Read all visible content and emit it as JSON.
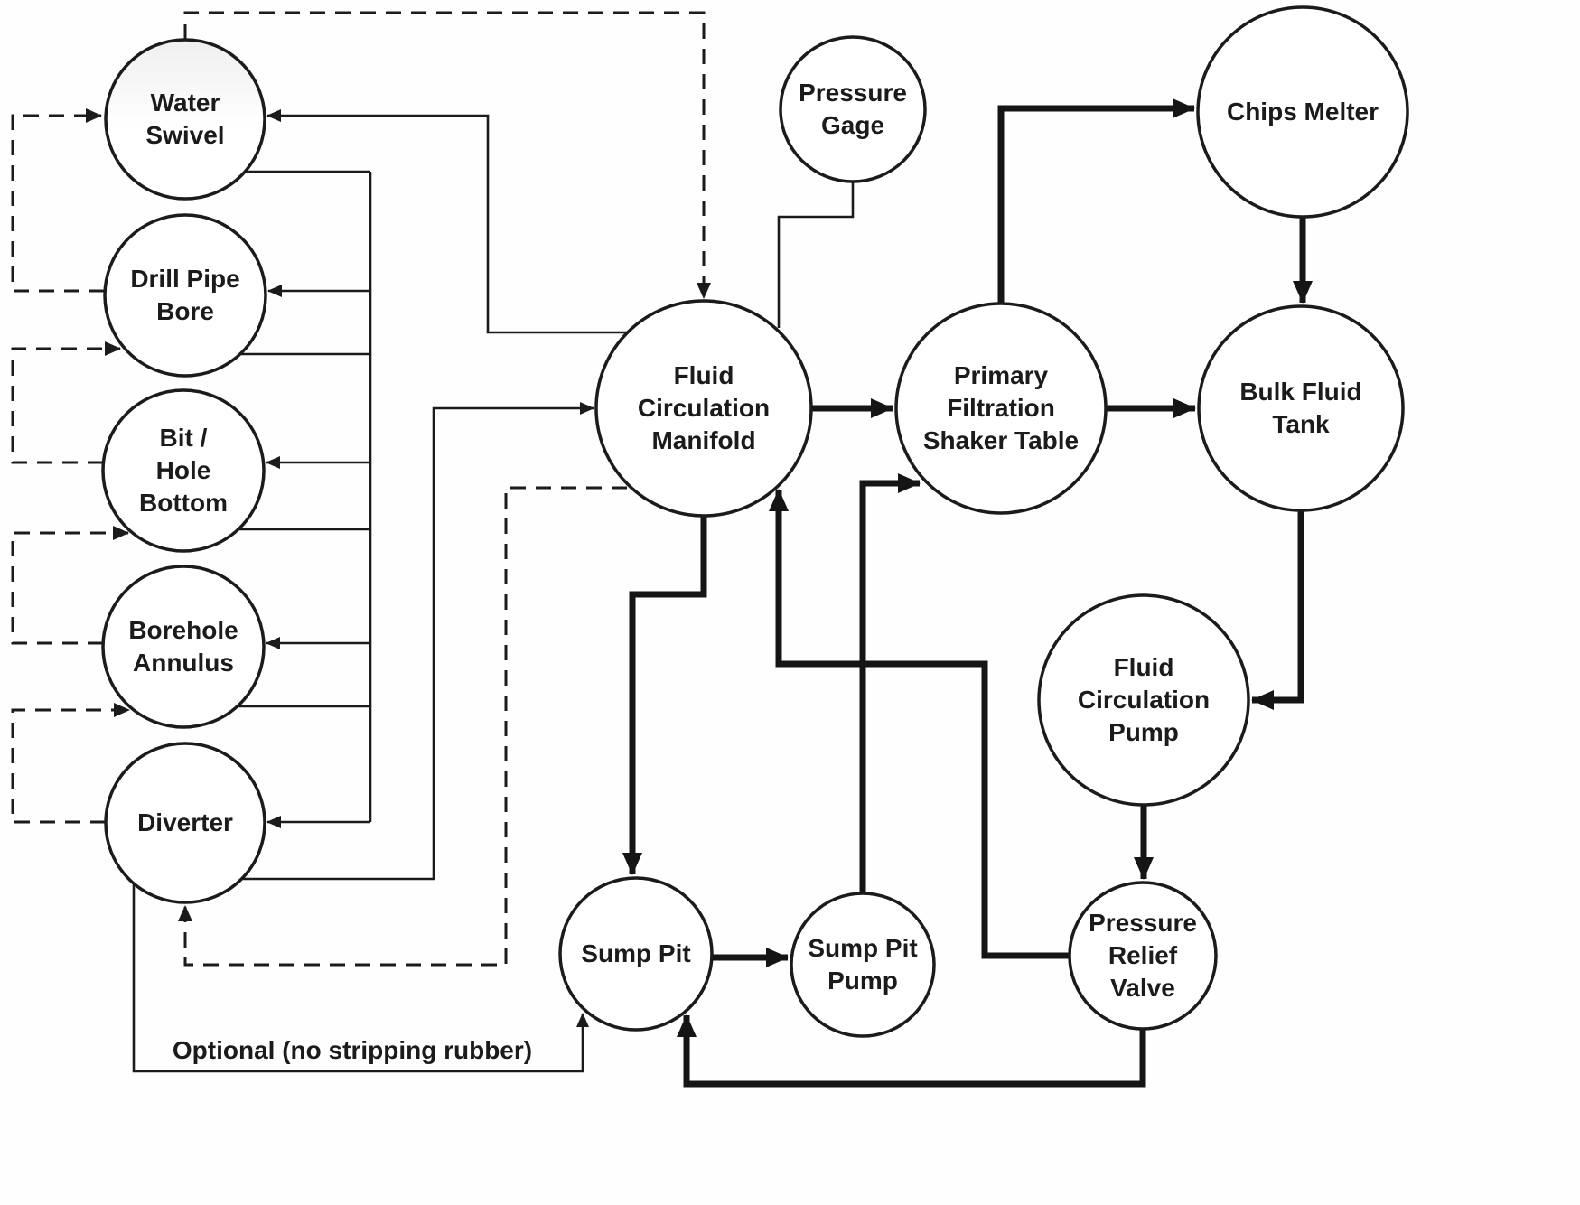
{
  "diagram": {
    "type": "process-flow-diagram",
    "subject": "Drilling fluid circulation system",
    "colors": {
      "background": "#fefefe",
      "line": "#1b1b1b",
      "node_fill": "#ffffff"
    },
    "nodes": {
      "water_swivel": {
        "lines": [
          "Water",
          "Swivel"
        ]
      },
      "drill_pipe_bore": {
        "lines": [
          "Drill Pipe",
          "Bore"
        ]
      },
      "bit_hole_bottom": {
        "lines": [
          "Bit /",
          "Hole",
          "Bottom"
        ]
      },
      "borehole_annulus": {
        "lines": [
          "Borehole",
          "Annulus"
        ]
      },
      "diverter": {
        "lines": [
          "Diverter"
        ]
      },
      "pressure_gage": {
        "lines": [
          "Pressure",
          "Gage"
        ]
      },
      "fluid_circulation_manifold": {
        "lines": [
          "Fluid",
          "Circulation",
          "Manifold"
        ]
      },
      "primary_filtration_shaker_table": {
        "lines": [
          "Primary",
          "Filtration",
          "Shaker Table"
        ]
      },
      "chips_melter": {
        "lines": [
          "Chips Melter"
        ]
      },
      "bulk_fluid_tank": {
        "lines": [
          "Bulk Fluid",
          "Tank"
        ]
      },
      "fluid_circulation_pump": {
        "lines": [
          "Fluid",
          "Circulation",
          "Pump"
        ]
      },
      "pressure_relief_valve": {
        "lines": [
          "Pressure",
          "Relief",
          "Valve"
        ]
      },
      "sump_pit": {
        "lines": [
          "Sump Pit"
        ]
      },
      "sump_pit_pump": {
        "lines": [
          "Sump Pit",
          "Pump"
        ]
      }
    },
    "annotations": {
      "optional_note": "Optional (no stripping rubber)"
    },
    "edges": [
      {
        "from": "water_swivel",
        "to": "fluid_circulation_manifold",
        "style": "dashed"
      },
      {
        "from": "drill_pipe_bore",
        "to": "water_swivel",
        "style": "dashed"
      },
      {
        "from": "bit_hole_bottom",
        "to": "drill_pipe_bore",
        "style": "dashed"
      },
      {
        "from": "borehole_annulus",
        "to": "bit_hole_bottom",
        "style": "dashed"
      },
      {
        "from": "diverter",
        "to": "borehole_annulus",
        "style": "dashed"
      },
      {
        "from": "fluid_circulation_manifold",
        "to": "diverter",
        "style": "dashed"
      },
      {
        "from": "fluid_circulation_manifold",
        "to": "water_swivel",
        "style": "thin"
      },
      {
        "from": "water_swivel",
        "to": "drill_pipe_bore",
        "style": "thin"
      },
      {
        "from": "drill_pipe_bore",
        "to": "bit_hole_bottom",
        "style": "thin"
      },
      {
        "from": "bit_hole_bottom",
        "to": "borehole_annulus",
        "style": "thin"
      },
      {
        "from": "borehole_annulus",
        "to": "diverter",
        "style": "thin"
      },
      {
        "from": "diverter",
        "to": "fluid_circulation_manifold",
        "style": "thin"
      },
      {
        "from": "diverter",
        "to": "sump_pit",
        "style": "thin",
        "note": "Optional (no stripping rubber)"
      },
      {
        "from": "pressure_gage",
        "to": "fluid_circulation_manifold",
        "style": "thin"
      },
      {
        "from": "fluid_circulation_manifold",
        "to": "primary_filtration_shaker_table",
        "style": "thick"
      },
      {
        "from": "primary_filtration_shaker_table",
        "to": "chips_melter",
        "style": "thick"
      },
      {
        "from": "chips_melter",
        "to": "bulk_fluid_tank",
        "style": "thick"
      },
      {
        "from": "primary_filtration_shaker_table",
        "to": "bulk_fluid_tank",
        "style": "thick"
      },
      {
        "from": "bulk_fluid_tank",
        "to": "fluid_circulation_pump",
        "style": "thick"
      },
      {
        "from": "fluid_circulation_pump",
        "to": "pressure_relief_valve",
        "style": "thick"
      },
      {
        "from": "pressure_relief_valve",
        "to": "fluid_circulation_manifold",
        "style": "thick"
      },
      {
        "from": "fluid_circulation_manifold",
        "to": "sump_pit",
        "style": "thick"
      },
      {
        "from": "sump_pit",
        "to": "sump_pit_pump",
        "style": "thick"
      },
      {
        "from": "sump_pit_pump",
        "to": "primary_filtration_shaker_table",
        "style": "thick"
      },
      {
        "from": "pressure_relief_valve",
        "to": "sump_pit",
        "style": "thick"
      }
    ]
  }
}
